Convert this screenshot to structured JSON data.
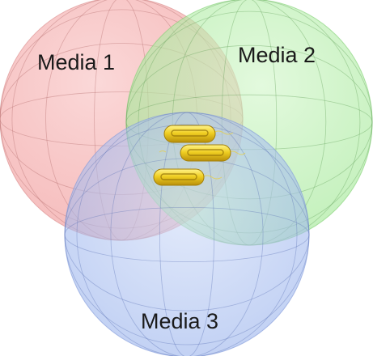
{
  "diagram": {
    "sets": [
      {
        "label": "Media   1",
        "color": "#f4a6a6"
      },
      {
        "label": "Media   2",
        "color": "#b2f0a4"
      },
      {
        "label": "Media   3",
        "color": "#a9bff0"
      }
    ],
    "center_icon": "rod-bacteria-icon",
    "center_icon_color": "#e8c81c",
    "center_count": 3
  }
}
